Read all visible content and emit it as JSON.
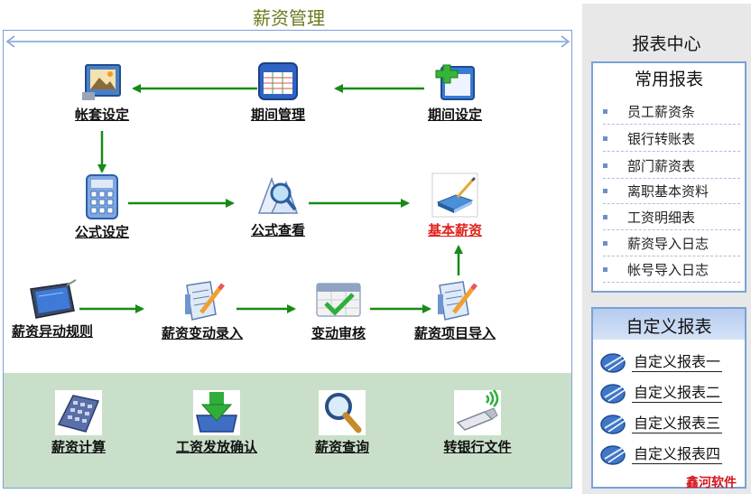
{
  "main": {
    "title": "薪资管理",
    "nodes": {
      "zhangtao": "帐套设定",
      "qijian_guanli": "期间管理",
      "qijian_sheding": "期间设定",
      "gongshi_sheding": "公式设定",
      "gongshi_chakan": "公式查看",
      "jiben_xinzi": "基本薪资",
      "yidong_guize": "薪资异动规则",
      "biandong_luru": "薪资变动录入",
      "biandong_shenhe": "变动审核",
      "xiangmu_daoru": "薪资项目导入",
      "xinzi_jisuan": "薪资计算",
      "fafang_queren": "工资发放确认",
      "xinzi_chaxun": "薪资查询",
      "zhuan_yinhang": "转银行文件"
    }
  },
  "report_center": {
    "title": "报表中心",
    "common": {
      "title": "常用报表",
      "items": [
        "员工薪资条",
        "银行转账表",
        "部门薪资表",
        "离职基本资料",
        "工资明细表",
        "薪资导入日志",
        "帐号导入日志"
      ]
    },
    "custom": {
      "title": "自定义报表",
      "items": [
        "自定义报表一",
        "自定义报表二",
        "自定义报表三",
        "自定义报表四"
      ]
    }
  },
  "watermark": "鑫河软件",
  "colors": {
    "arrow": "#178a17",
    "highlight": "#e0201c",
    "panel_border": "#7aa1d8",
    "band": "#c9dfc9"
  }
}
